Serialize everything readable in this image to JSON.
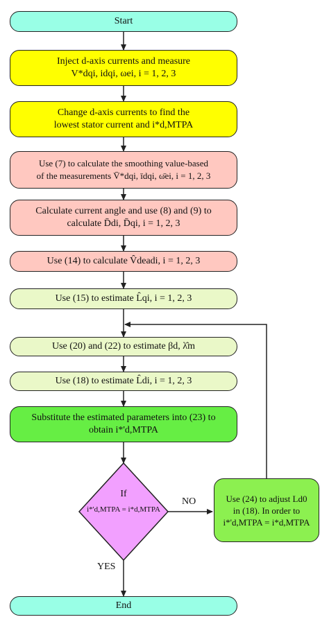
{
  "colors": {
    "terminal": "#99ffe6",
    "inject": "#ffff00",
    "calc": "#ffc8c0",
    "estimate": "#eaf8c8",
    "substitute": "#66ee44",
    "decision": "#f2a0ff",
    "adjust": "#8cf050",
    "stroke": "#222222"
  },
  "nodes": {
    "start": "Start",
    "inject": "Inject d-axis currents and measure\nV*dqi, idqi, ωei, i = 1, 2, 3",
    "change": "Change d-axis currents to find the\nlowest stator current and i*d,MTPA",
    "smoothing": "Use (7) to calculate the smoothing value-based\nof the measurements V̄*dqi, īdqi, ω̄ei, i = 1, 2, 3",
    "angle": "Calculate current angle and use (8) and (9) to\ncalculate D̄di, D̄qi, i = 1, 2, 3",
    "vdead": "Use (14) to calculate V̂deadi, i = 1, 2, 3",
    "lq": "Use (15) to estimate L̂qi, i = 1, 2, 3",
    "beta": "Use (20) and (22) to estimate βd, λ̂m",
    "ld": "Use (18) to estimate L̂di, i = 1, 2, 3",
    "substitute": "Substitute the estimated parameters into (23) to\nobtain i*'d,MTPA",
    "decision_if": "If",
    "decision_cond": "i*'d,MTPA = i*d,MTPA",
    "adjust": "Use (24) to adjust Ld0\nin (18). In order to\ni*'d,MTPA = i*d,MTPA",
    "end": "End"
  },
  "labels": {
    "no": "NO",
    "yes": "YES"
  }
}
